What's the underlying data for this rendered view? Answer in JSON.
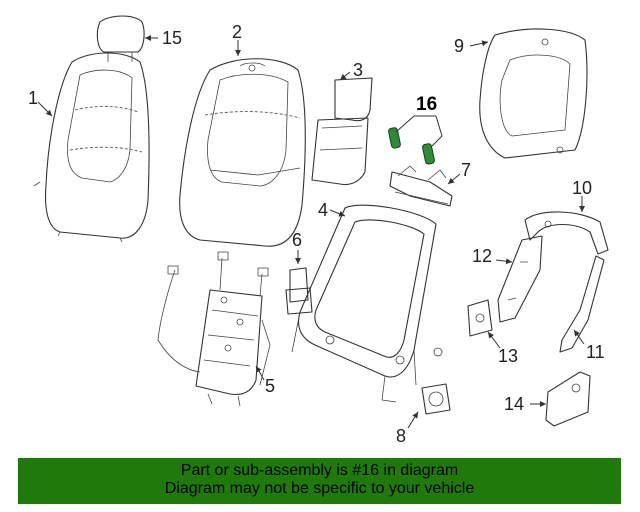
{
  "diagram": {
    "callouts": [
      {
        "id": "1",
        "label": "1"
      },
      {
        "id": "2",
        "label": "2"
      },
      {
        "id": "3",
        "label": "3"
      },
      {
        "id": "4",
        "label": "4"
      },
      {
        "id": "5",
        "label": "5"
      },
      {
        "id": "6",
        "label": "6"
      },
      {
        "id": "7",
        "label": "7"
      },
      {
        "id": "8",
        "label": "8"
      },
      {
        "id": "9",
        "label": "9"
      },
      {
        "id": "10",
        "label": "10"
      },
      {
        "id": "11",
        "label": "11"
      },
      {
        "id": "12",
        "label": "12"
      },
      {
        "id": "13",
        "label": "13"
      },
      {
        "id": "14",
        "label": "14"
      },
      {
        "id": "15",
        "label": "15"
      },
      {
        "id": "16",
        "label": "16"
      }
    ],
    "highlight_color": "#2e8b3a"
  },
  "banner": {
    "line1": "Part or sub-assembly is #16 in diagram",
    "line2": "Diagram may not be specific to your vehicle",
    "background": "#1f7a0b"
  }
}
